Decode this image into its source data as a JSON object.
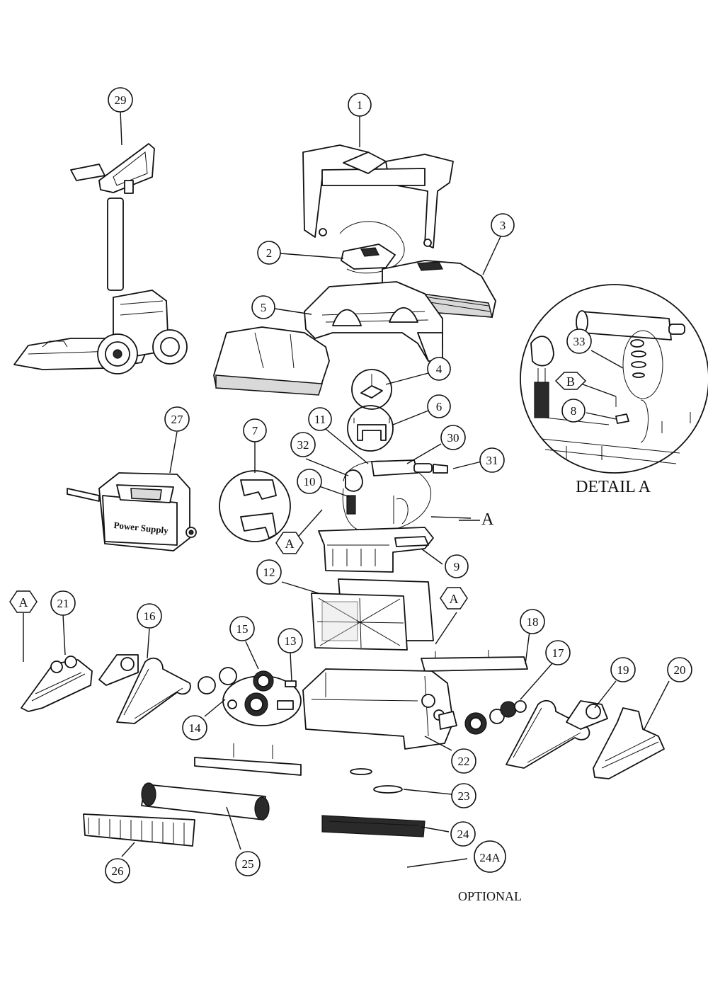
{
  "callouts": {
    "c1": "1",
    "c2": "2",
    "c3": "3",
    "c4": "4",
    "c5": "5",
    "c6": "6",
    "c7": "7",
    "c8": "8",
    "c9": "9",
    "c10": "10",
    "c11": "11",
    "c12": "12",
    "c13": "13",
    "c14": "14",
    "c15": "15",
    "c16": "16",
    "c17": "17",
    "c18": "18",
    "c19": "19",
    "c20": "20",
    "c21": "21",
    "c22": "22",
    "c23": "23",
    "c24": "24",
    "c24a": "24A",
    "c25": "25",
    "c26": "26",
    "c27": "27",
    "c29": "29",
    "c30": "30",
    "c31": "31",
    "c32": "32",
    "c33": "33"
  },
  "markers": {
    "a1": "A",
    "a2": "A",
    "a3": "A",
    "b": "B",
    "detail_ref": "A"
  },
  "labels": {
    "detail_title": "DETAIL A",
    "optional": "OPTIONAL",
    "power_supply": "Power Supply"
  }
}
